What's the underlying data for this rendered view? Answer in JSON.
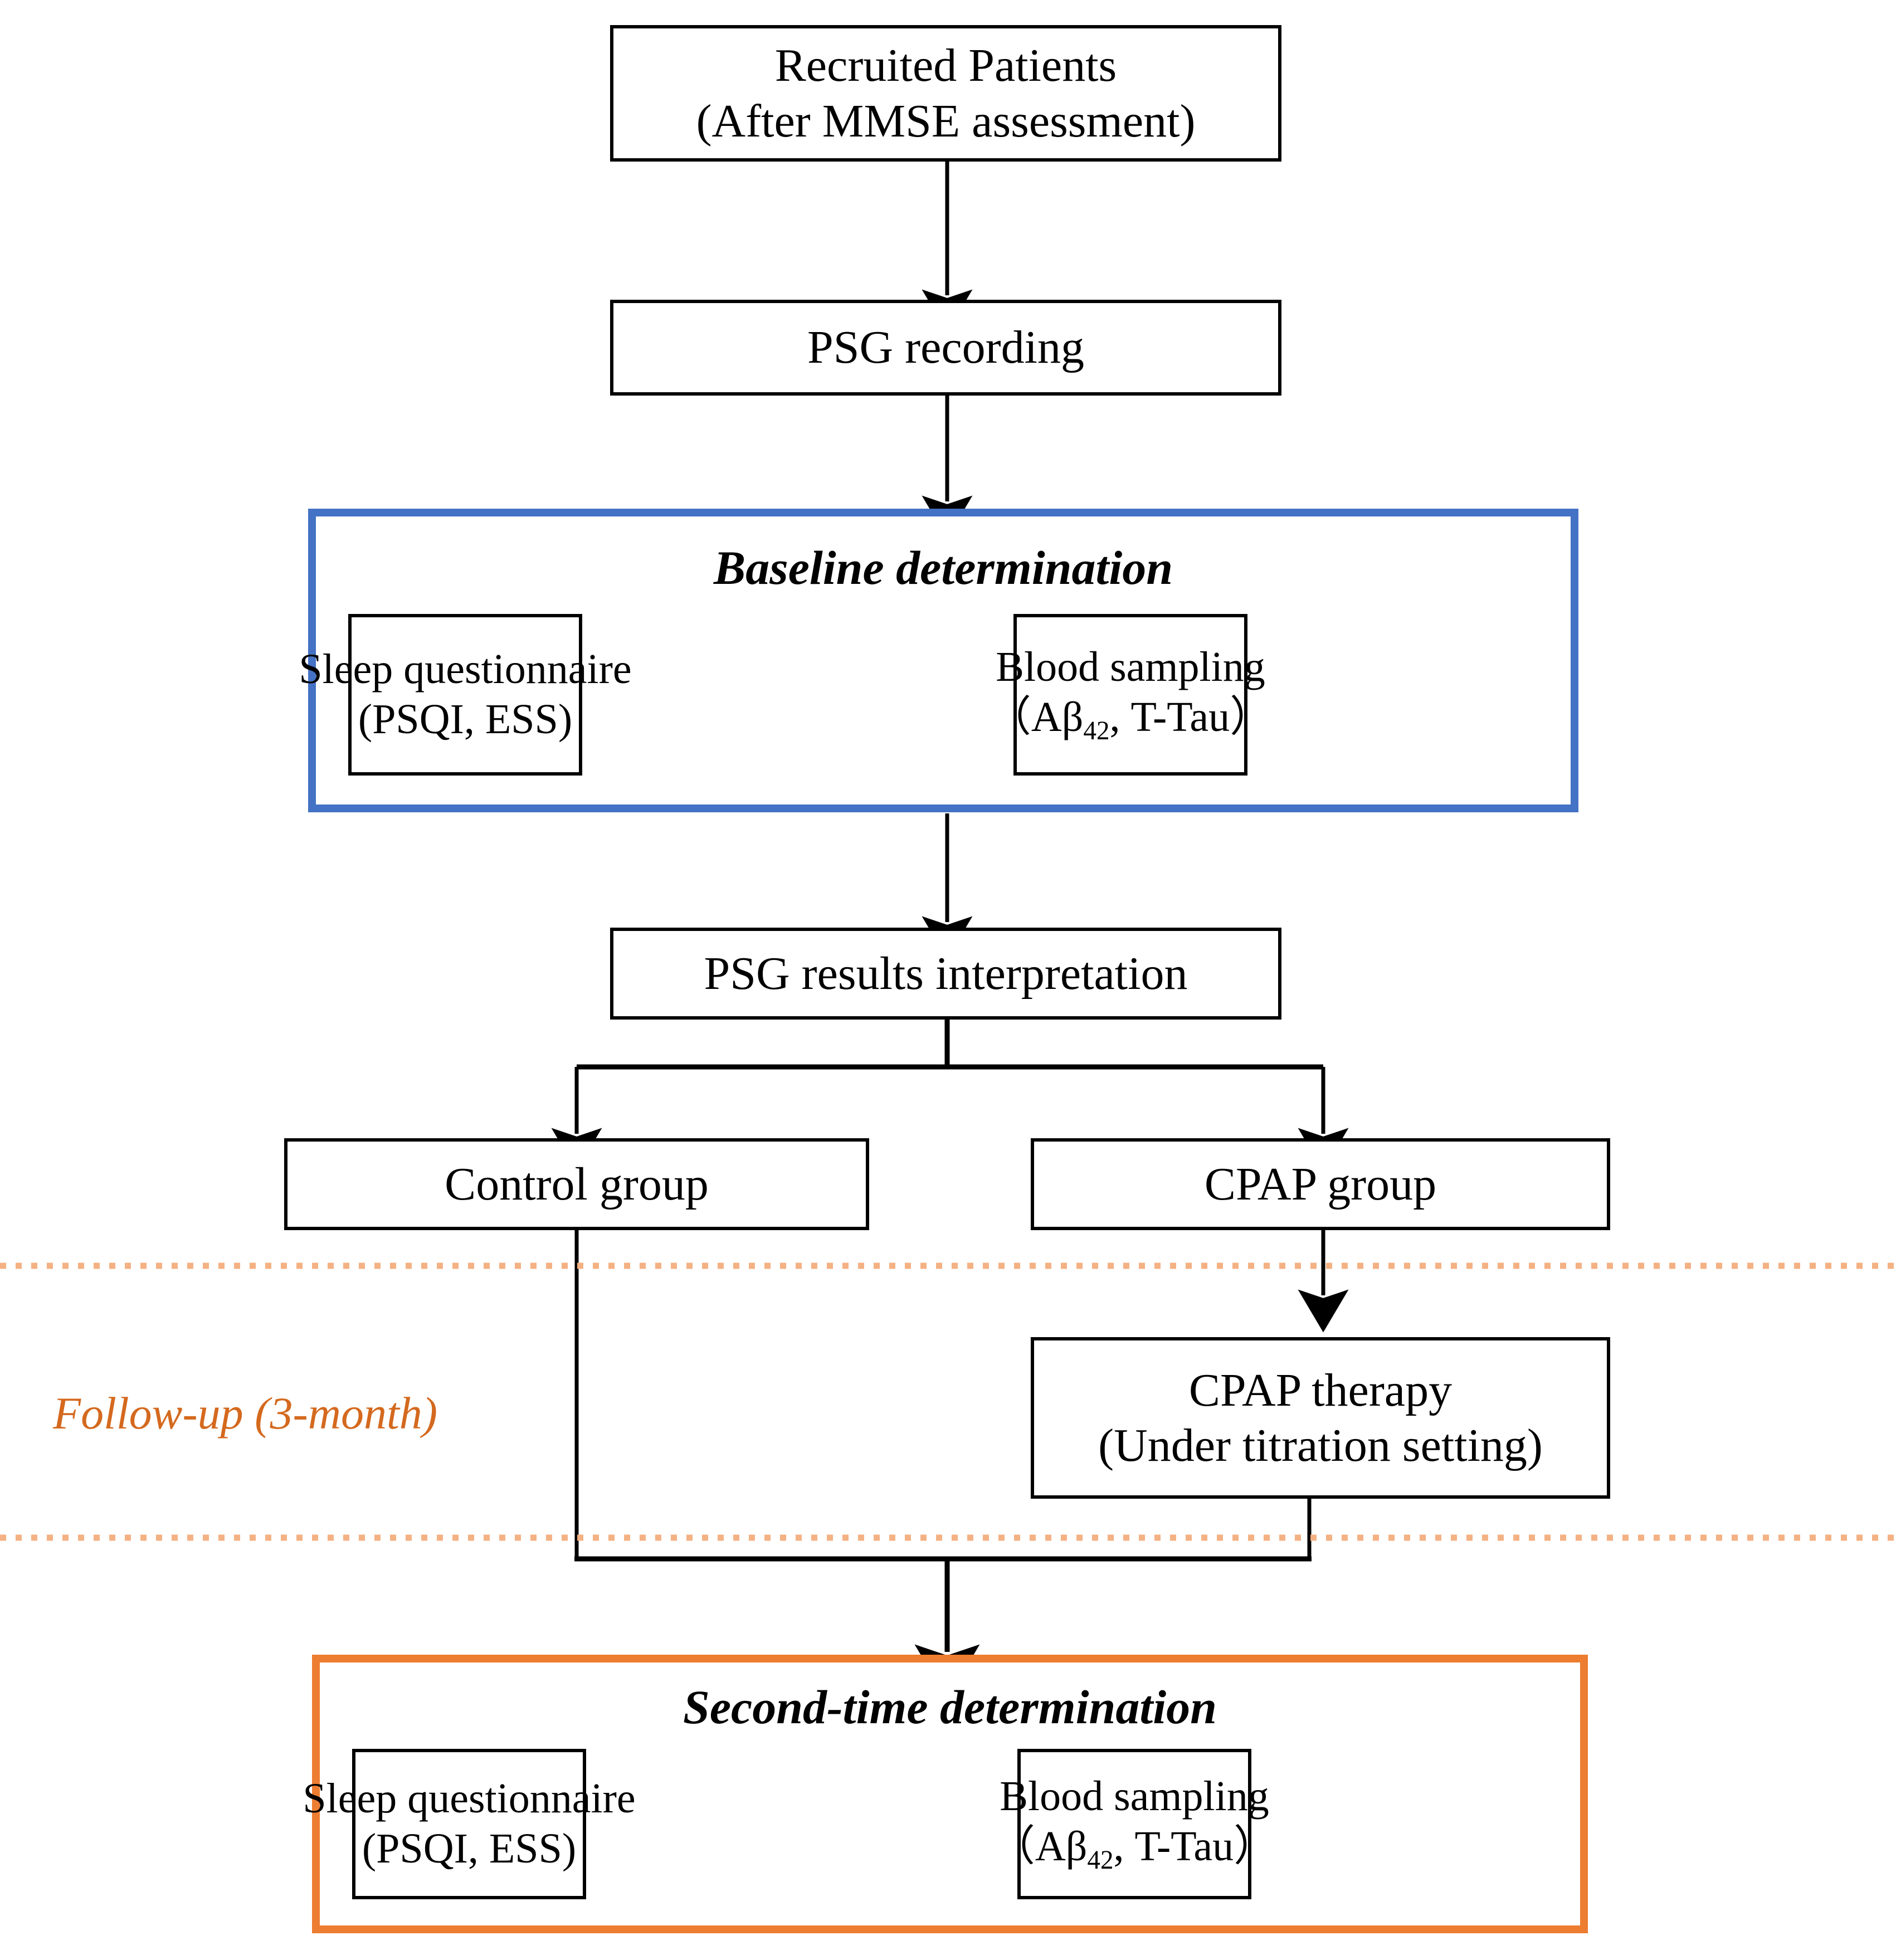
{
  "diagram": {
    "title": "Study protocol flowchart",
    "colors": {
      "blue_border": "#4472C4",
      "orange_border": "#ED7D31",
      "orange_text": "#D4691E",
      "dotted_line": "#F4B183",
      "box_border": "#000000",
      "background": "#FFFFFF"
    },
    "nodes": {
      "recruited": {
        "line1": "Recruited Patients",
        "line2": "(After MMSE assessment)"
      },
      "psg_recording": {
        "line1": "PSG recording"
      },
      "psg_interpretation": {
        "line1": "PSG results interpretation"
      },
      "control_group": {
        "line1": "Control group"
      },
      "cpap_group": {
        "line1": "CPAP group"
      },
      "cpap_therapy": {
        "line1": "CPAP therapy",
        "line2": "(Under titration setting)"
      }
    },
    "baseline": {
      "title": "Baseline determination",
      "sleep_questionnaire": {
        "line1": "Sleep questionnaire",
        "line2": "(PSQI, ESS)"
      },
      "blood_sampling": {
        "line1": "Blood sampling",
        "line2_pre": "（Aβ",
        "line2_sub": "42",
        "line2_post": ", T-Tau）"
      }
    },
    "second_time": {
      "title": "Second-time determination",
      "sleep_questionnaire": {
        "line1": "Sleep questionnaire",
        "line2": "(PSQI, ESS)"
      },
      "blood_sampling": {
        "line1": "Blood sampling",
        "line2_pre": "（Aβ",
        "line2_sub": "42",
        "line2_post": ", T-Tau）"
      }
    },
    "phase": {
      "followup_label": "Follow-up (3-month)"
    }
  }
}
